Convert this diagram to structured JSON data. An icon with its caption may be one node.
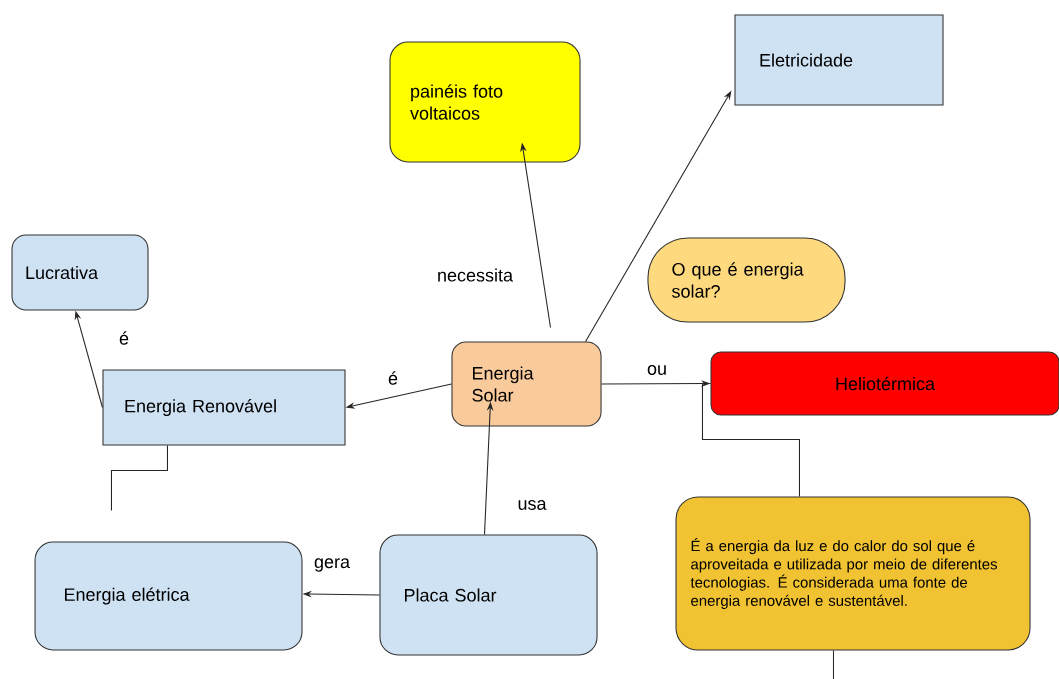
{
  "diagram": {
    "nodes": [
      {
        "text": [
          "painéis foto voltaicos"
        ]
      },
      {
        "text": [
          "Eletricidade"
        ]
      },
      {
        "text": [
          "Lucrativa"
        ]
      },
      {
        "text": [
          "O que é energia solar?"
        ]
      },
      {
        "text": [
          "Energia Renovável"
        ]
      },
      {
        "text": [
          "Energia Solar"
        ]
      },
      {
        "text": [
          "Heliotérmica"
        ]
      },
      {
        "text": [
          "Energia elétrica"
        ]
      },
      {
        "text": [
          "Placa Solar"
        ]
      },
      {
        "text": [
          "É a energia da luz e do calor do sol que é aproveitada e utilizada por meio de diferentes tecnologias. É considerada uma fonte de energia renovável e sustentável."
        ]
      }
    ],
    "edges": [
      {
        "from": 5,
        "to": 0,
        "label": "necessita",
        "arrow": "to"
      },
      {
        "from": 5,
        "to": 1,
        "arrow": "to"
      },
      {
        "from": 5,
        "to": 4,
        "label": "é",
        "arrow": "to"
      },
      {
        "from": 4,
        "to": 2,
        "label": "é",
        "arrow": "to"
      },
      {
        "from": 5,
        "to": 6,
        "label": "ou",
        "arrow": "to"
      },
      {
        "from": 8,
        "to": 5,
        "label": "usa",
        "arrow": "to"
      },
      {
        "from": 8,
        "to": 7,
        "label": "gera",
        "arrow": "to"
      },
      {
        "from": 4,
        "to": null,
        "arrow": "none"
      },
      {
        "from": 9,
        "to": 6,
        "arrow": "none"
      },
      {
        "from": 9,
        "to": null,
        "arrow": "none"
      }
    ]
  }
}
